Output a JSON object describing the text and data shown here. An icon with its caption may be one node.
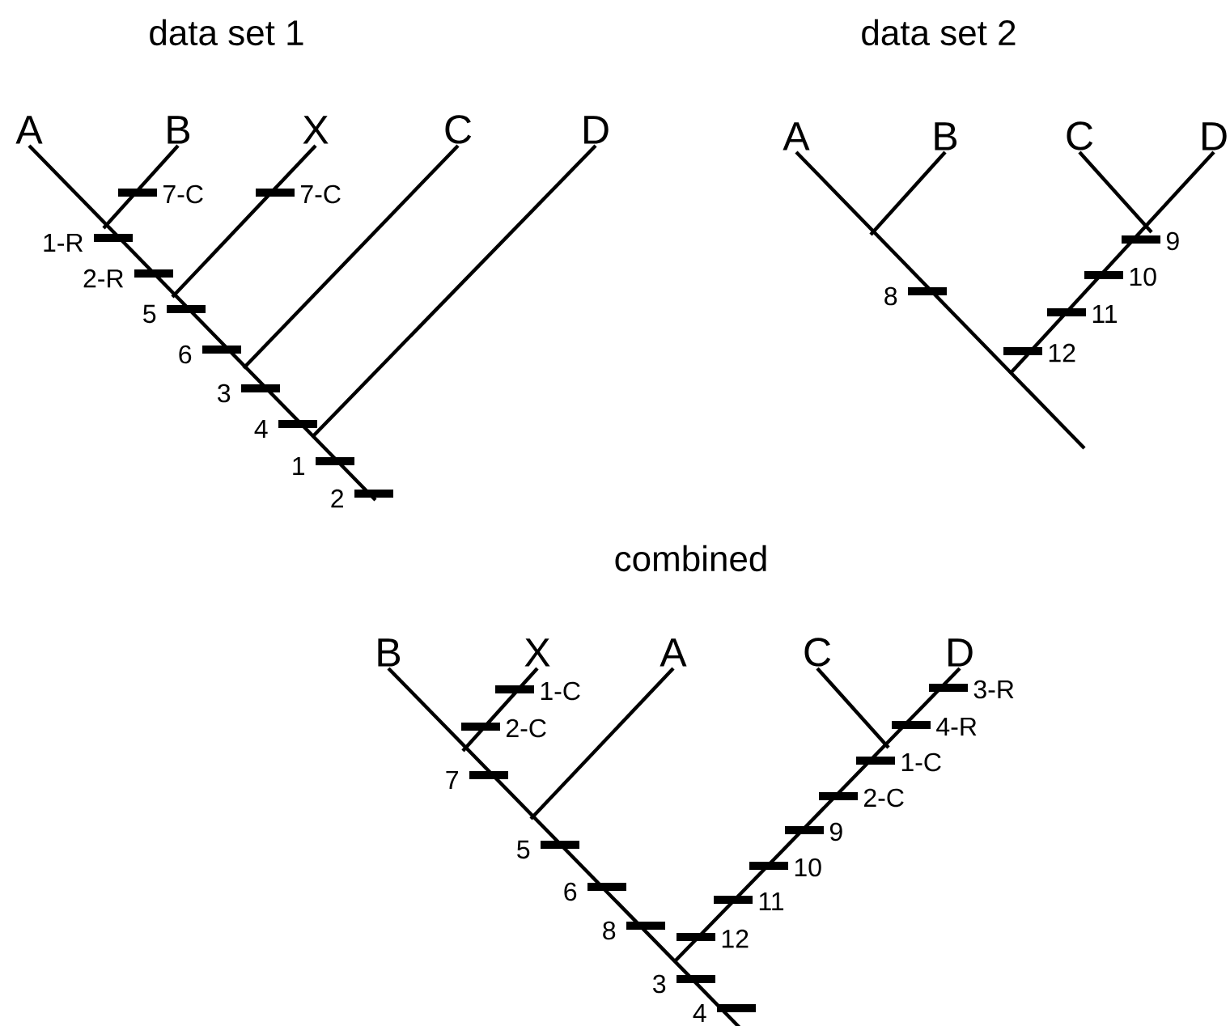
{
  "diagram": {
    "nodes": [
      {
        "text": [
          "A"
        ]
      },
      {
        "text": [
          "B"
        ]
      },
      {
        "text": [
          "X"
        ]
      },
      {
        "text": [
          "C"
        ]
      },
      {
        "text": [
          "D"
        ]
      },
      {
        "text": [
          "A"
        ]
      },
      {
        "text": [
          "B"
        ]
      },
      {
        "text": [
          "C"
        ]
      },
      {
        "text": [
          "D"
        ]
      },
      {
        "text": [
          "B"
        ]
      },
      {
        "text": [
          "X"
        ]
      },
      {
        "text": [
          "A"
        ]
      },
      {
        "text": [
          "C"
        ]
      },
      {
        "text": [
          "D"
        ]
      }
    ],
    "edges": [
      {
        "from": 0,
        "to": null,
        "arrow": "none"
      },
      {
        "from": 1,
        "to": null,
        "arrow": "none"
      },
      {
        "from": 2,
        "to": null,
        "arrow": "none"
      },
      {
        "from": 3,
        "to": null,
        "arrow": "none"
      },
      {
        "from": 4,
        "to": null,
        "arrow": "none"
      },
      {
        "from": 5,
        "to": null,
        "arrow": "none"
      },
      {
        "from": 6,
        "to": null,
        "arrow": "none"
      },
      {
        "from": 7,
        "to": null,
        "arrow": "none"
      },
      {
        "from": 8,
        "to": null,
        "arrow": "none"
      },
      {
        "from": 9,
        "to": null,
        "arrow": "none"
      },
      {
        "from": 10,
        "to": null,
        "arrow": "none"
      },
      {
        "from": 11,
        "to": null,
        "arrow": "none"
      },
      {
        "from": 12,
        "to": null,
        "arrow": "none"
      },
      {
        "from": 13,
        "to": null,
        "arrow": "none"
      }
    ],
    "labels": [
      "data set 1",
      "data set 2",
      "7-C",
      "7-C",
      "1-R",
      "2-R",
      "5",
      "6",
      "3",
      "4",
      "1",
      "2",
      "9",
      "8",
      "10",
      "11",
      "12",
      "combined",
      "3-R",
      "1-C",
      "4-R",
      "2-C",
      "1-C",
      "2-C",
      "7",
      "9",
      "10",
      "5",
      "11",
      "6",
      "8",
      "12",
      "3",
      "4"
    ]
  }
}
